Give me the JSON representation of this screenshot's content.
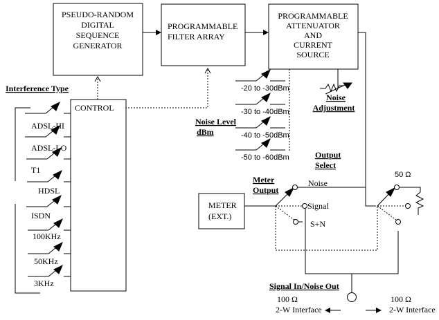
{
  "blocks": {
    "prdsg": [
      "PSEUDO-RANDOM",
      "DIGITAL",
      "SEQUENCE",
      "GENERATOR"
    ],
    "filter": [
      "PROGRAMMABLE",
      "FILTER ARRAY"
    ],
    "attenuator": [
      "PROGRAMMABLE",
      "ATTENUATOR",
      "AND",
      "CURRENT",
      "SOURCE"
    ],
    "control": "CONTROL",
    "meter": [
      "METER",
      "(EXT.)"
    ]
  },
  "interference": {
    "title": "Interference Type",
    "types": [
      "ADSL-HI",
      "ADSL-LO",
      "T1",
      "HDSL",
      "ISDN",
      "100KHz",
      "50KHz",
      "3KHz"
    ]
  },
  "noise_level": {
    "title": [
      "Noise Level",
      "dBm"
    ],
    "ranges": [
      "-20 to -30dBm",
      "-30 to -40dBm",
      "-40 to -50dBm",
      "-50 to -60dBm"
    ]
  },
  "noise_adjustment": [
    "Noise",
    "Adjustment"
  ],
  "output_select": [
    "Output",
    "Select"
  ],
  "meter_output": {
    "title": [
      "Meter",
      "Output"
    ],
    "options": [
      "Noise",
      "Signal",
      "S+N"
    ]
  },
  "termination": "50 Ω",
  "signal_in": {
    "title": "Signal In/Noise Out",
    "left": [
      "100 Ω",
      "2-W Interface"
    ],
    "right": [
      "100 Ω",
      "2-W Interface"
    ]
  }
}
